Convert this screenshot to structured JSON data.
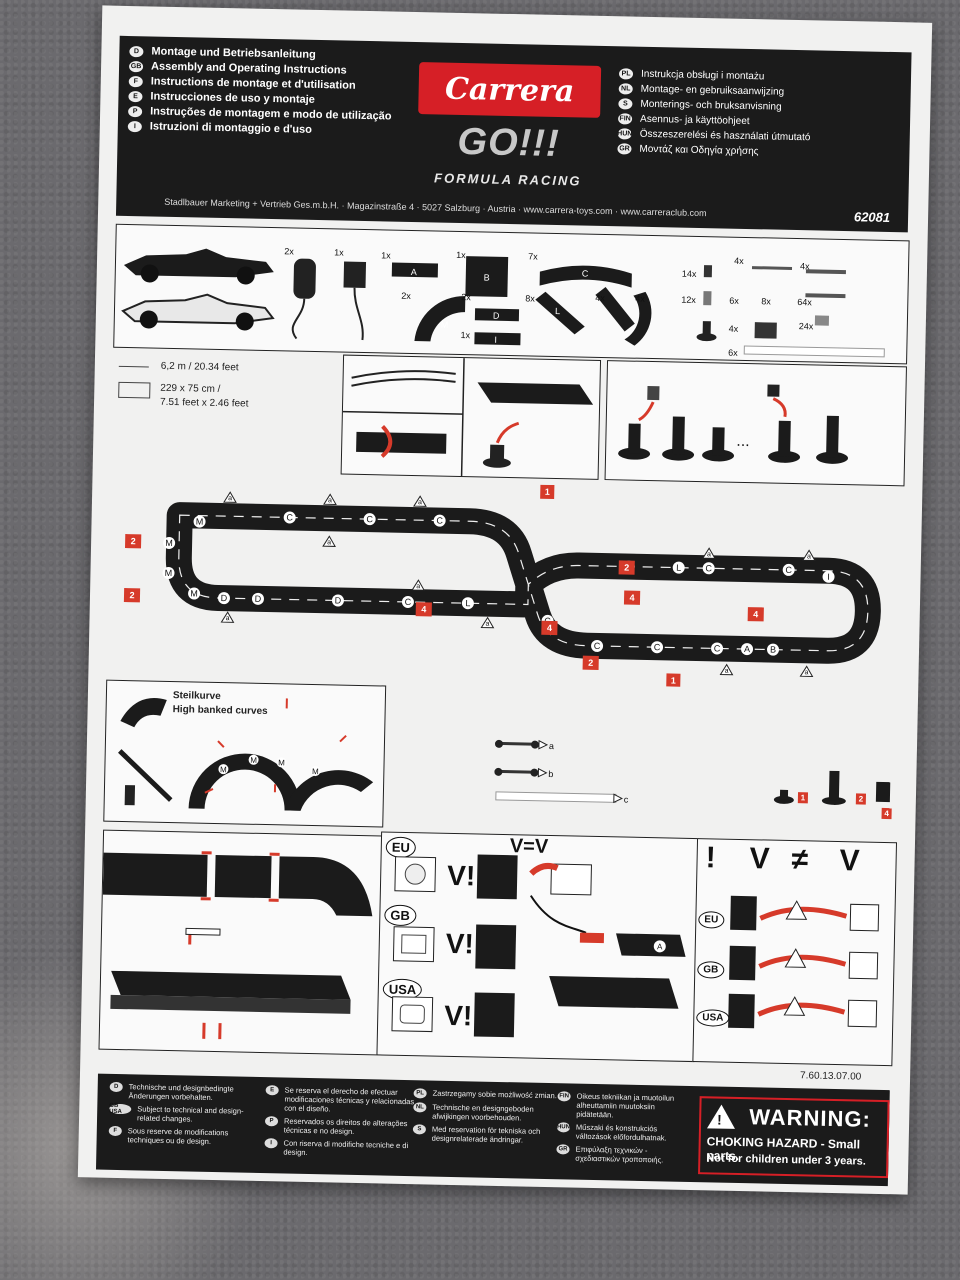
{
  "header": {
    "languages_left": [
      {
        "code": "D",
        "text": "Montage und Betriebsanleitung"
      },
      {
        "code": "GB",
        "text": "Assembly and Operating Instructions"
      },
      {
        "code": "F",
        "text": "Instructions de montage et d'utilisation"
      },
      {
        "code": "E",
        "text": "Instrucciones de uso y montaje"
      },
      {
        "code": "P",
        "text": "Instruções de montagem e modo de utilização"
      },
      {
        "code": "I",
        "text": "Istruzioni di montaggio e d'uso"
      }
    ],
    "languages_right": [
      {
        "code": "PL",
        "text": "Instrukcja obsługi i montażu"
      },
      {
        "code": "NL",
        "text": "Montage- en gebruiksaanwijzing"
      },
      {
        "code": "S",
        "text": "Monterings- och bruksanvisning"
      },
      {
        "code": "FIN",
        "text": "Asennus- ja käyttöohjeet"
      },
      {
        "code": "HUN",
        "text": "Összeszerelési és használati útmutató"
      },
      {
        "code": "GR",
        "text": "Μοντάζ και Οδηγία χρήσης"
      }
    ],
    "brand": "Carrera",
    "product_line": "GO!!!",
    "subtitle": "FORMULA RACING",
    "address": "Stadlbauer Marketing + Vertrieb Ges.m.b.H. · Magazinstraße 4 · 5027 Salzburg · Austria · www.carrera-toys.com · www.carreraclub.com",
    "article_number": "62081"
  },
  "parts": {
    "quantities": [
      "2x",
      "1x",
      "1x",
      "1x",
      "7x",
      "2x",
      "2x",
      "8x",
      "1x",
      "4x",
      "4x",
      "14x",
      "12x",
      "6x",
      "4x",
      "8x",
      "4x",
      "64x",
      "24x",
      "4x",
      "6x"
    ],
    "piece_labels": [
      "A",
      "B",
      "C",
      "D",
      "M",
      "L",
      "I"
    ]
  },
  "dimensions": {
    "length": "6,2 m / 20.34 feet",
    "area_line1": "229 x 75 cm /",
    "area_line2": "7.51 feet x 2.46 feet"
  },
  "track": {
    "callouts": [
      "1",
      "2",
      "2",
      "4",
      "4",
      "2",
      "4",
      "4",
      "2",
      "1"
    ],
    "piece_letters": [
      "M",
      "M",
      "C",
      "C",
      "C",
      "M",
      "M",
      "D",
      "D",
      "D",
      "C",
      "L",
      "C",
      "C",
      "C",
      "L",
      "C",
      "I",
      "C",
      "C",
      "A",
      "B",
      "C"
    ],
    "support_letter": "a"
  },
  "banked": {
    "title_de": "Steilkurve",
    "title_en": "High banked curves",
    "piece_letter": "M"
  },
  "accessories": {
    "labels": [
      "a",
      "b",
      "c"
    ],
    "pillar_heights": [
      "1",
      "2",
      "4"
    ]
  },
  "power": {
    "regions": [
      "EU",
      "GB",
      "USA"
    ],
    "equation": "V=V",
    "mark": "V!",
    "track_piece": "A"
  },
  "voltage_warning": {
    "exclaim": "!",
    "text_left": "V",
    "not_equal": "≠",
    "text_right": "V",
    "regions": [
      "EU",
      "GB",
      "USA"
    ]
  },
  "doc_code": "7.60.13.07.00",
  "footer": {
    "notices": [
      {
        "code": "D",
        "text": "Technische und designbedingte Änderungen vorbehalten."
      },
      {
        "code": "GB USA",
        "text": "Subject to technical and design-related changes."
      },
      {
        "code": "F",
        "text": "Sous reserve de modifications techniques ou de design."
      },
      {
        "code": "E",
        "text": "Se reserva el derecho de efectuar modificaciones técnicas y relacionadas con el diseño."
      },
      {
        "code": "P",
        "text": "Reservados os direitos de alterações técnicas e no design."
      },
      {
        "code": "I",
        "text": "Con riserva di modifiche tecniche e di design."
      },
      {
        "code": "PL",
        "text": "Zastrzegamy sobie możliwość zmian."
      },
      {
        "code": "NL",
        "text": "Technische en designgeboden afwijkingen voorbehouden."
      },
      {
        "code": "S",
        "text": "Med reservation för tekniska och designrelaterade ändringar."
      },
      {
        "code": "FIN",
        "text": "Oikeus tekniikan ja muotoilun alheuttamiin muutoksiin pidätetään."
      },
      {
        "code": "HUN",
        "text": "Műszaki és konstrukciós változások előfordulhatnak."
      },
      {
        "code": "GR",
        "text": "Επιφύλαξη τεχνικών - σχεδιαστικών τροποποιής."
      }
    ],
    "warning_title": "WARNING:",
    "warning_line1": "CHOKING HAZARD - Small parts.",
    "warning_line2": "Not for children under 3 years."
  },
  "colors": {
    "paper": "#f1f1f0",
    "ink": "#1b1b1b",
    "brand_red": "#d61f26",
    "callout_red": "#d63a2a",
    "carpet": "#6b6a6e"
  }
}
